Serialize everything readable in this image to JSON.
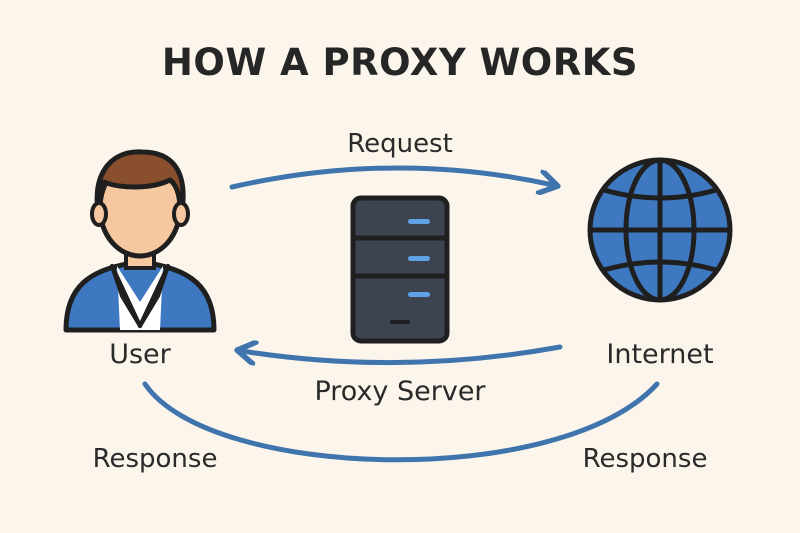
{
  "title": "HOW A PROXY WORKS",
  "nodes": {
    "user": {
      "label": "User",
      "icon": "user-icon"
    },
    "proxy": {
      "label": "Proxy Server",
      "icon": "server-icon"
    },
    "internet": {
      "label": "Internet",
      "icon": "globe-icon"
    }
  },
  "edges": {
    "request": {
      "label": "Request"
    },
    "response_left": {
      "label": "Response"
    },
    "response_right": {
      "label": "Response"
    }
  },
  "colors": {
    "background": "#fbf5ec",
    "arrow": "#3f74ad",
    "accent_blue": "#3e78c0",
    "server_body": "#3d4350",
    "outline": "#1f1f1f",
    "skin": "#f6c8a0",
    "hair": "#8a4f2c"
  }
}
